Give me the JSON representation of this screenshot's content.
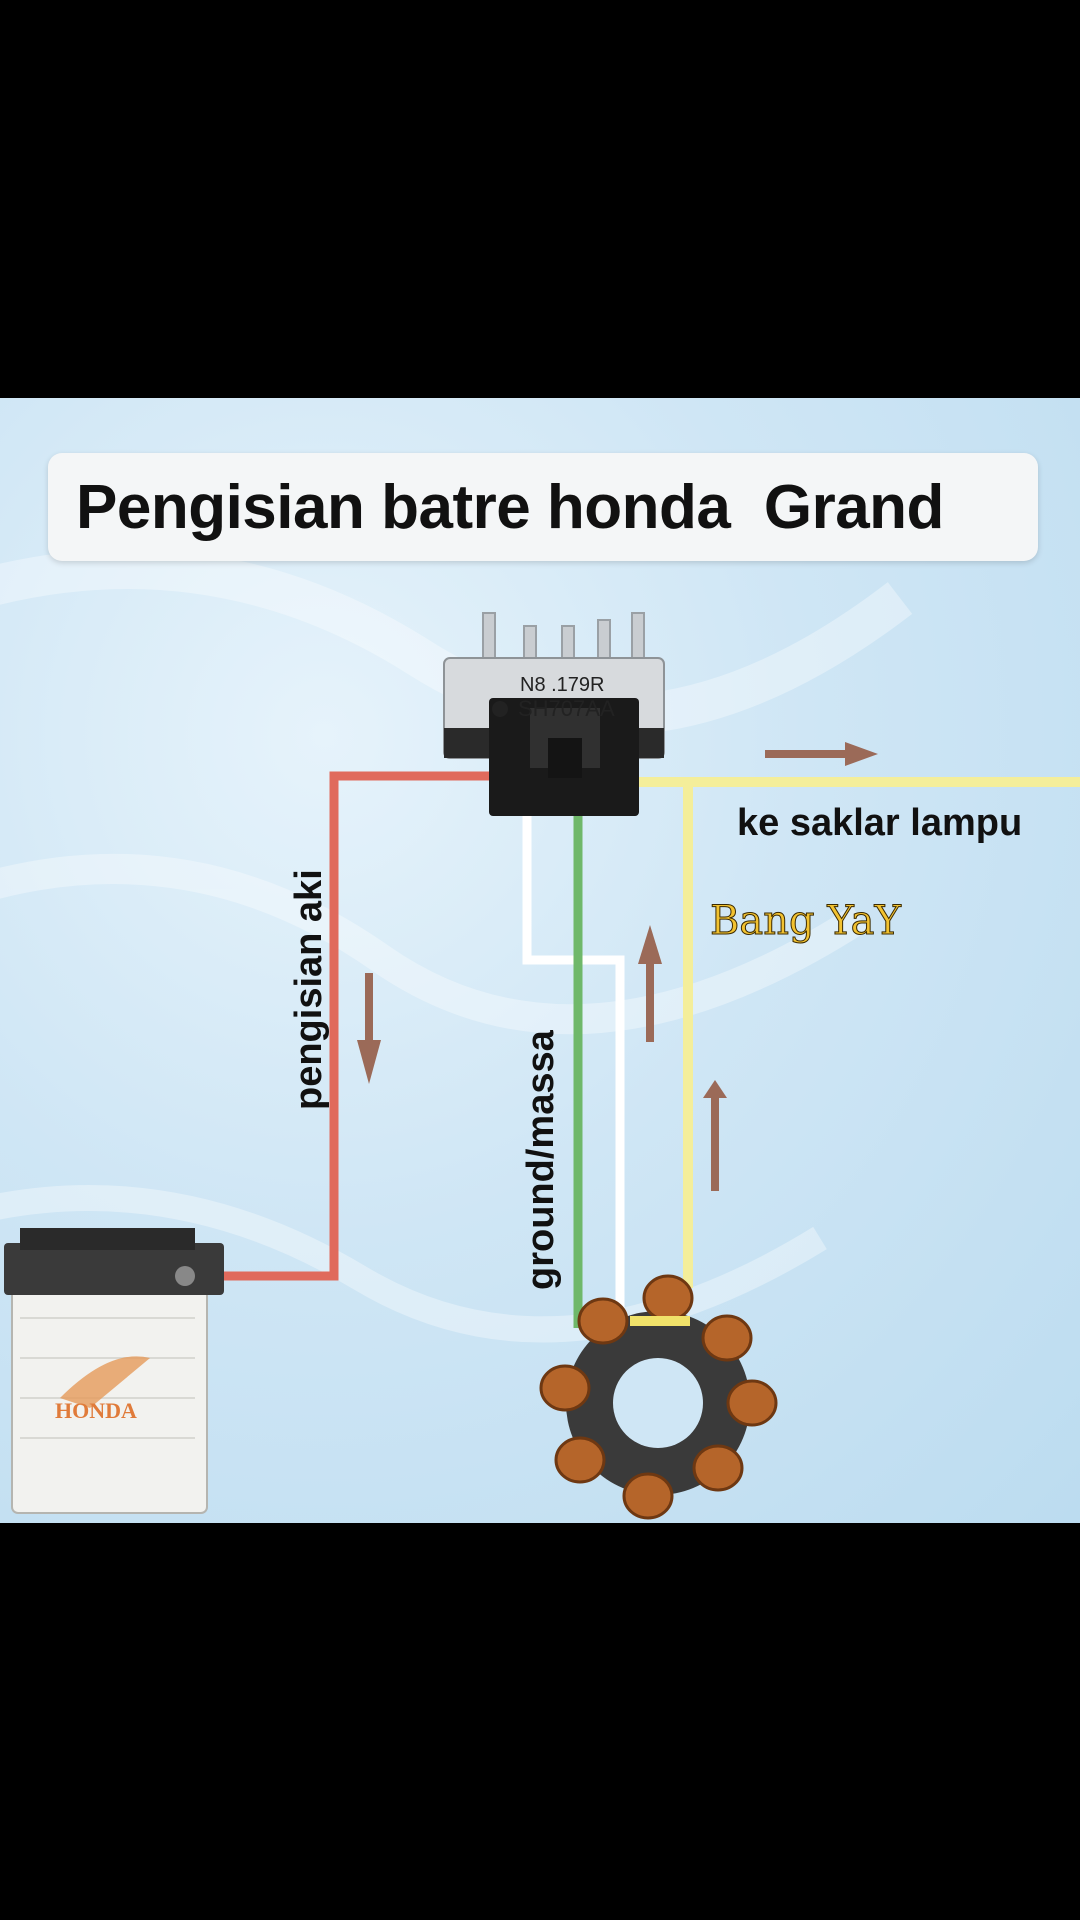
{
  "title": "Pengisian batre honda  Grand",
  "regulator": {
    "line1": "N8 .179R",
    "line2": "SH707AA"
  },
  "labels": {
    "charging": "pengisian aki",
    "ground": "ground/massa",
    "lamp": "ke saklar lampu",
    "watermark": "Bang YaY"
  },
  "battery": {
    "brand": "HONDA"
  },
  "colors": {
    "red_wire": "#e06a5c",
    "white_wire": "#ffffff",
    "green_wire": "#6fb86a",
    "yellow_wire": "#f4ee9a",
    "arrow": "#9b6a58"
  },
  "icons": [
    "regulator-rectifier-icon",
    "battery-icon",
    "stator-coil-icon",
    "arrow-right-icon",
    "arrow-down-icon",
    "arrow-up-icon"
  ]
}
